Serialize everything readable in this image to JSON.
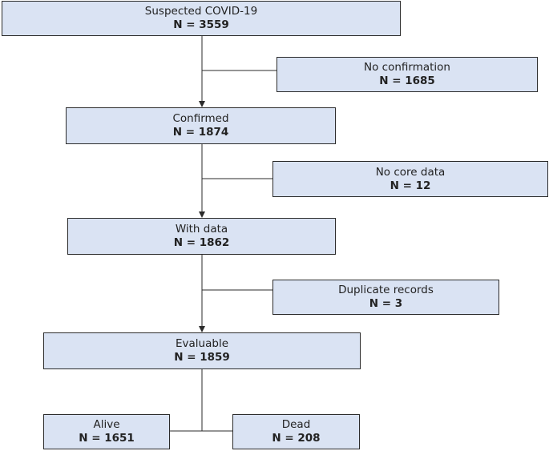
{
  "flowchart": {
    "suspected": {
      "label": "Suspected COVID-19",
      "count": "N = 3559"
    },
    "no_confirmation": {
      "label": "No confirmation",
      "count": "N = 1685"
    },
    "confirmed": {
      "label": "Confirmed",
      "count": "N = 1874"
    },
    "no_core_data": {
      "label": "No core data",
      "count": "N = 12"
    },
    "with_data": {
      "label": "With data",
      "count": "N = 1862"
    },
    "duplicate_records": {
      "label": "Duplicate records",
      "count": "N = 3"
    },
    "evaluable": {
      "label": "Evaluable",
      "count": "N = 1859"
    },
    "alive": {
      "label": "Alive",
      "count": "N = 1651"
    },
    "dead": {
      "label": "Dead",
      "count": "N = 208"
    }
  },
  "colors": {
    "box_fill": "#dae3f3",
    "border": "#2b2b2b"
  }
}
